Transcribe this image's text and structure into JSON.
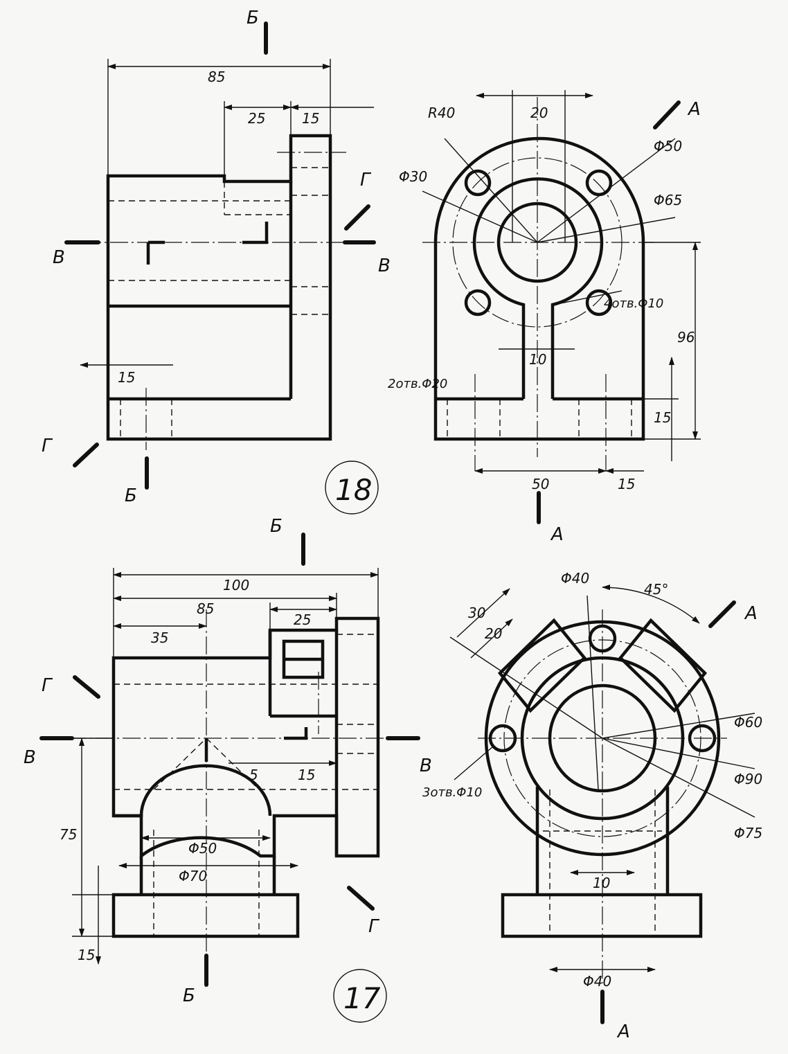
{
  "problems": [
    {
      "number": "18",
      "dims": {
        "d85": "85",
        "d25": "25",
        "d15a": "15",
        "d15b": "15",
        "d15c": "15",
        "d15d": "15",
        "d96": "96",
        "d50": "50",
        "d10": "10",
        "d20": "20",
        "r40": "R40",
        "phi30": "Φ30",
        "phi50": "Φ50",
        "phi65": "Φ65",
        "holes4": "4отв.Φ10",
        "holes2": "2отв.Φ20"
      },
      "section_marks": {
        "A": "А",
        "B": "Б",
        "V": "В",
        "G": "Г"
      }
    },
    {
      "number": "17",
      "dims": {
        "d100": "100",
        "d85": "85",
        "d35": "35",
        "d25": "25",
        "d15": "15",
        "d5": "5",
        "d75": "75",
        "d15b": "15",
        "d30": "30",
        "d20": "20",
        "d10": "10",
        "ang45": "45°",
        "phi40a": "Φ40",
        "phi40b": "Φ40",
        "phi50": "Φ50",
        "phi70": "Φ70",
        "phi60": "Φ60",
        "phi90": "Φ90",
        "phi75": "Φ75",
        "holes3": "3отв.Φ10"
      },
      "section_marks": {
        "A": "А",
        "B": "Б",
        "V": "В",
        "G": "Г"
      }
    }
  ]
}
